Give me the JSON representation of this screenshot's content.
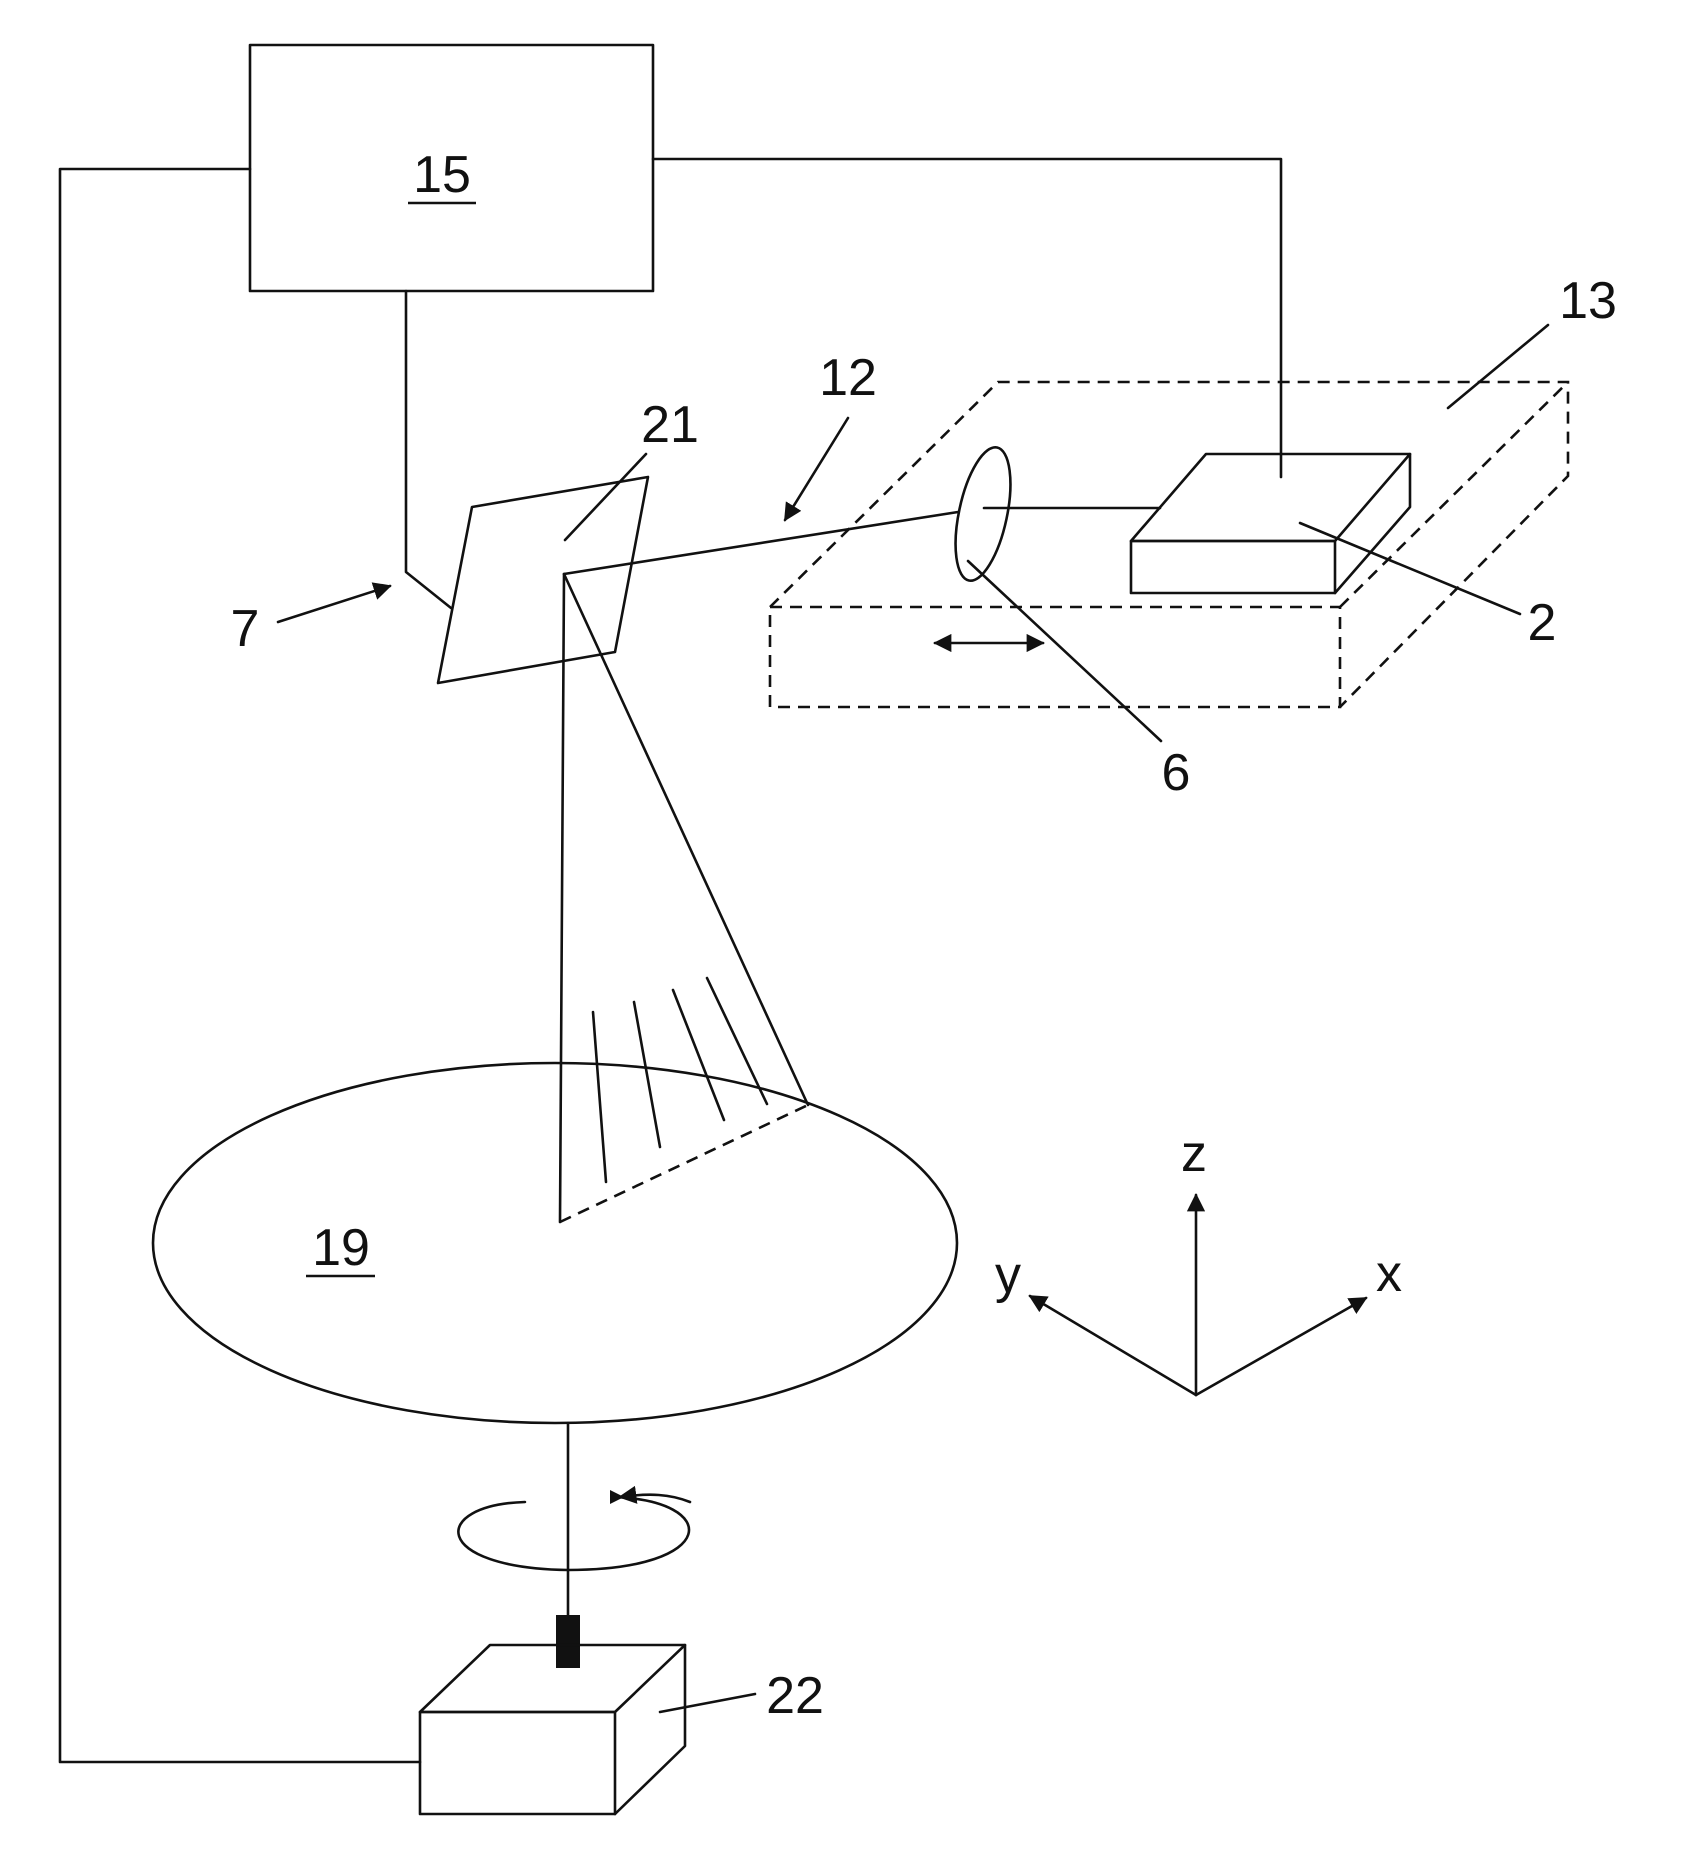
{
  "labels": {
    "controller": "15",
    "laser_source": "2",
    "lens": "6",
    "mirror": "21",
    "beam": "12",
    "scanner": "7",
    "enclosure": "13",
    "platform": "19",
    "motor": "22"
  },
  "axes": {
    "x": "x",
    "y": "y",
    "z": "z"
  }
}
